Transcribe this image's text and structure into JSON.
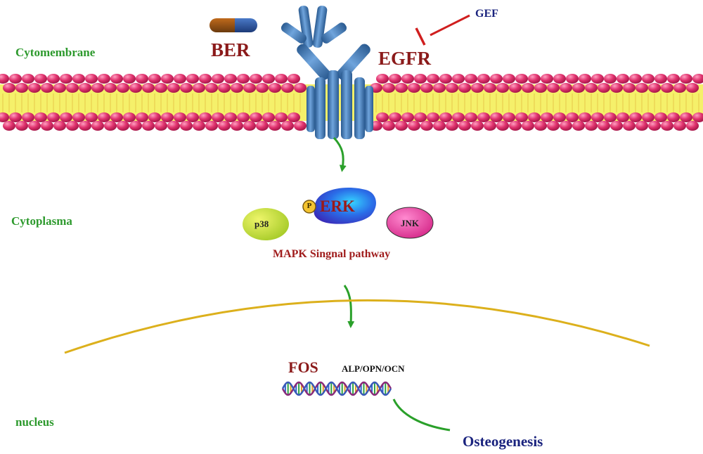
{
  "regions": {
    "cytomembrane": "Cytomembrane",
    "cytoplasma": "Cytoplasma",
    "nucleus": "nucleus"
  },
  "molecules": {
    "drug": "BER",
    "receptor": "EGFR",
    "inhibitor": "GEF",
    "phospho": "P",
    "erk": "ERK",
    "p38": "p38",
    "jnk": "JNK"
  },
  "pathway": "MAPK Singnal pathway",
  "genes": {
    "fos": "FOS",
    "markers": "ALP/OPN/OCN"
  },
  "outcome": "Osteogenesis",
  "colors": {
    "region_label": "#2e9a2e",
    "dark_red": "#8b1a1a",
    "navy": "#1a237e",
    "membrane_head": "#e0326e",
    "membrane_core": "#f5f06a",
    "receptor": "#3a73b0",
    "arrow": "#2aa02a",
    "inhibition": "#d01e1e",
    "nuclear_envelope": "#dcb01c"
  }
}
